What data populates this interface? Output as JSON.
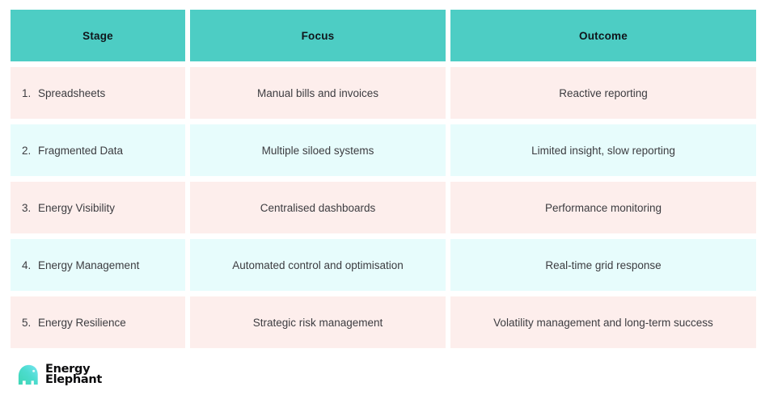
{
  "table": {
    "columns": [
      "Stage",
      "Focus",
      "Outcome"
    ],
    "rows": [
      {
        "number": "1.",
        "stage": "Spreadsheets",
        "focus": "Manual bills and invoices",
        "outcome": "Reactive reporting",
        "tint": "pink"
      },
      {
        "number": "2.",
        "stage": "Fragmented Data",
        "focus": "Multiple siloed systems",
        "outcome": "Limited insight, slow reporting",
        "tint": "cyan"
      },
      {
        "number": "3.",
        "stage": "Energy Visibility",
        "focus": "Centralised dashboards",
        "outcome": "Performance monitoring",
        "tint": "pink"
      },
      {
        "number": "4.",
        "stage": "Energy Management",
        "focus": "Automated control and optimisation",
        "outcome": "Real-time grid response",
        "tint": "cyan"
      },
      {
        "number": "5.",
        "stage": "Energy Resilience",
        "focus": "Strategic risk management",
        "outcome": "Volatility management and long-term success",
        "tint": "pink"
      }
    ]
  },
  "logo": {
    "icon": "elephant-icon",
    "line1": "Energy",
    "line2": "Elephant"
  },
  "colors": {
    "header_teal": "#4dcdc4",
    "row_pink": "#fdeeec",
    "row_cyan": "#e7fcfc",
    "text": "#3c3c40",
    "header_text": "#10161c",
    "logo_text": "#0b0b0d",
    "logo_mark_from": "#3ed8b8",
    "logo_mark_to": "#6fe3ef",
    "background": "#ffffff"
  }
}
